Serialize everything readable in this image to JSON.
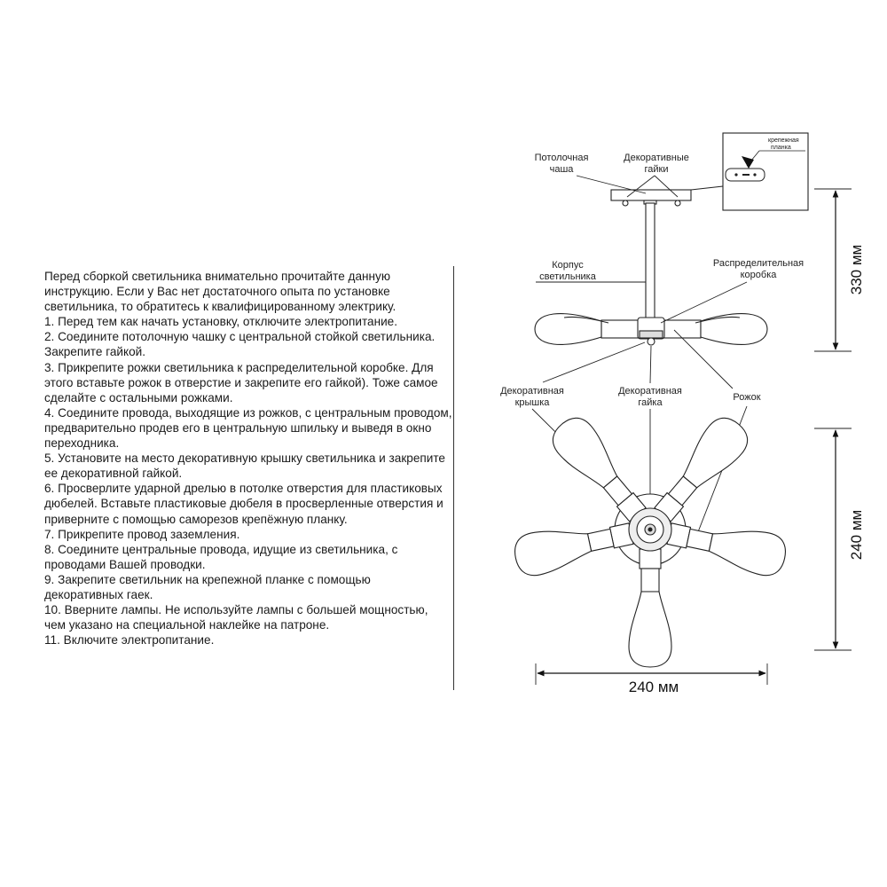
{
  "instructions": {
    "paragraphs": [
      "Перед сборкой светильника внимательно прочитайте данную инструкцию. Если у Вас нет достаточного опыта по установке светильника, то обратитесь к квалифицированному электрику.",
      "1. Перед тем как начать установку, отключите электропитание.",
      "2. Соедините потолочную чашку с центральной стойкой светильника. Закрепите гайкой.",
      "3. Прикрепите рожки светильника к распределительной коробке. Для этого вставьте рожок в отверстие и закрепите его гайкой). Тоже самое сделайте с остальными рожками.",
      "4. Соедините провода, выходящие из рожков, с центральным проводом, предварительно продев его в центральную шпильку и выведя в окно переходника.",
      "5. Установите на место  декоративную крышку светильника и закрепите ее декоративной гайкой.",
      "6. Просверлите ударной дрелью в потолке отверстия для пластиковых дюбелей. Вставьте пластиковые дюбеля в просверленные отверстия и приверните с помощью саморезов крепёжную планку.",
      "7. Прикрепите провод заземления.",
      "8. Соедините центральные провода, идущие из светильника, с проводами Вашей проводки.",
      "9. Закрепите светильник на крепежной планке с помощью декоративных гаек.",
      "10. Вверните лампы. Не используйте лампы с большей мощностью, чем указано на специальной наклейке на патроне.",
      "11. Включите электропитание."
    ]
  },
  "labels": {
    "ceiling_cup": [
      "Потолочная",
      "чаша"
    ],
    "decorative_nuts": [
      "Декоративные",
      "гайки"
    ],
    "mounting_plate": [
      "крепежная",
      "планка"
    ],
    "body": [
      "Корпус",
      "светильника"
    ],
    "junction_box": [
      "Распределительная",
      "коробка"
    ],
    "decorative_cover": [
      "Декоративная",
      "крышка"
    ],
    "decorative_nut": [
      "Декоративная",
      "гайка"
    ],
    "arm": [
      "Рожок"
    ]
  },
  "dimensions": {
    "height": "330 мм",
    "depth": "240 мм",
    "width": "240 мм"
  }
}
